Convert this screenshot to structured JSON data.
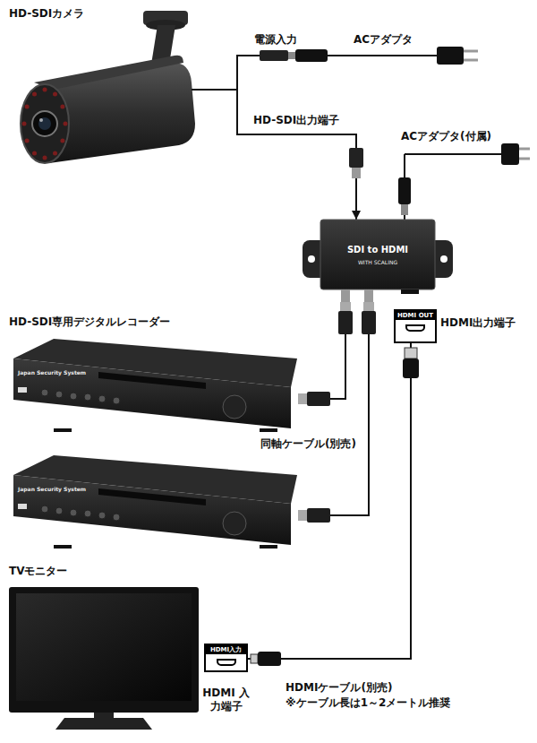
{
  "diagram": {
    "nodes": [
      {
        "text": [
          "HD-SDIカメラ"
        ]
      },
      {
        "text": [
          "ACアダプタ"
        ]
      },
      {
        "text": [
          "ACアダプタ(付属)"
        ]
      },
      {
        "text": [
          "SDI to HDMI",
          "WITH SCALING"
        ]
      },
      {
        "text": [
          "HDMI OUT",
          "HDMI出力端子"
        ]
      },
      {
        "text": [
          "HD-SDI専用デジタルレコーダー",
          "Japan Security System"
        ]
      },
      {
        "text": [
          "Japan Security System"
        ]
      },
      {
        "text": [
          "TVモニター"
        ]
      },
      {
        "text": [
          "HDMI入力",
          "HDMI 入力端子"
        ]
      }
    ],
    "edges": [
      {
        "from": 0,
        "to": 1,
        "label": "電源入力",
        "arrow": "none"
      },
      {
        "from": 0,
        "to": 3,
        "label": "HD-SDI出力端子",
        "arrow": "to"
      },
      {
        "from": 2,
        "to": 3,
        "arrow": "none"
      },
      {
        "from": 3,
        "to": 5,
        "arrow": "none"
      },
      {
        "from": 3,
        "to": 6,
        "arrow": "none"
      },
      {
        "from": 4,
        "to": 8,
        "arrow": "none"
      }
    ],
    "labels": [
      "同軸ケーブル(別売)",
      "HDMIケーブル(別売)",
      "※ケーブル長は1～2メートル推奨"
    ]
  }
}
